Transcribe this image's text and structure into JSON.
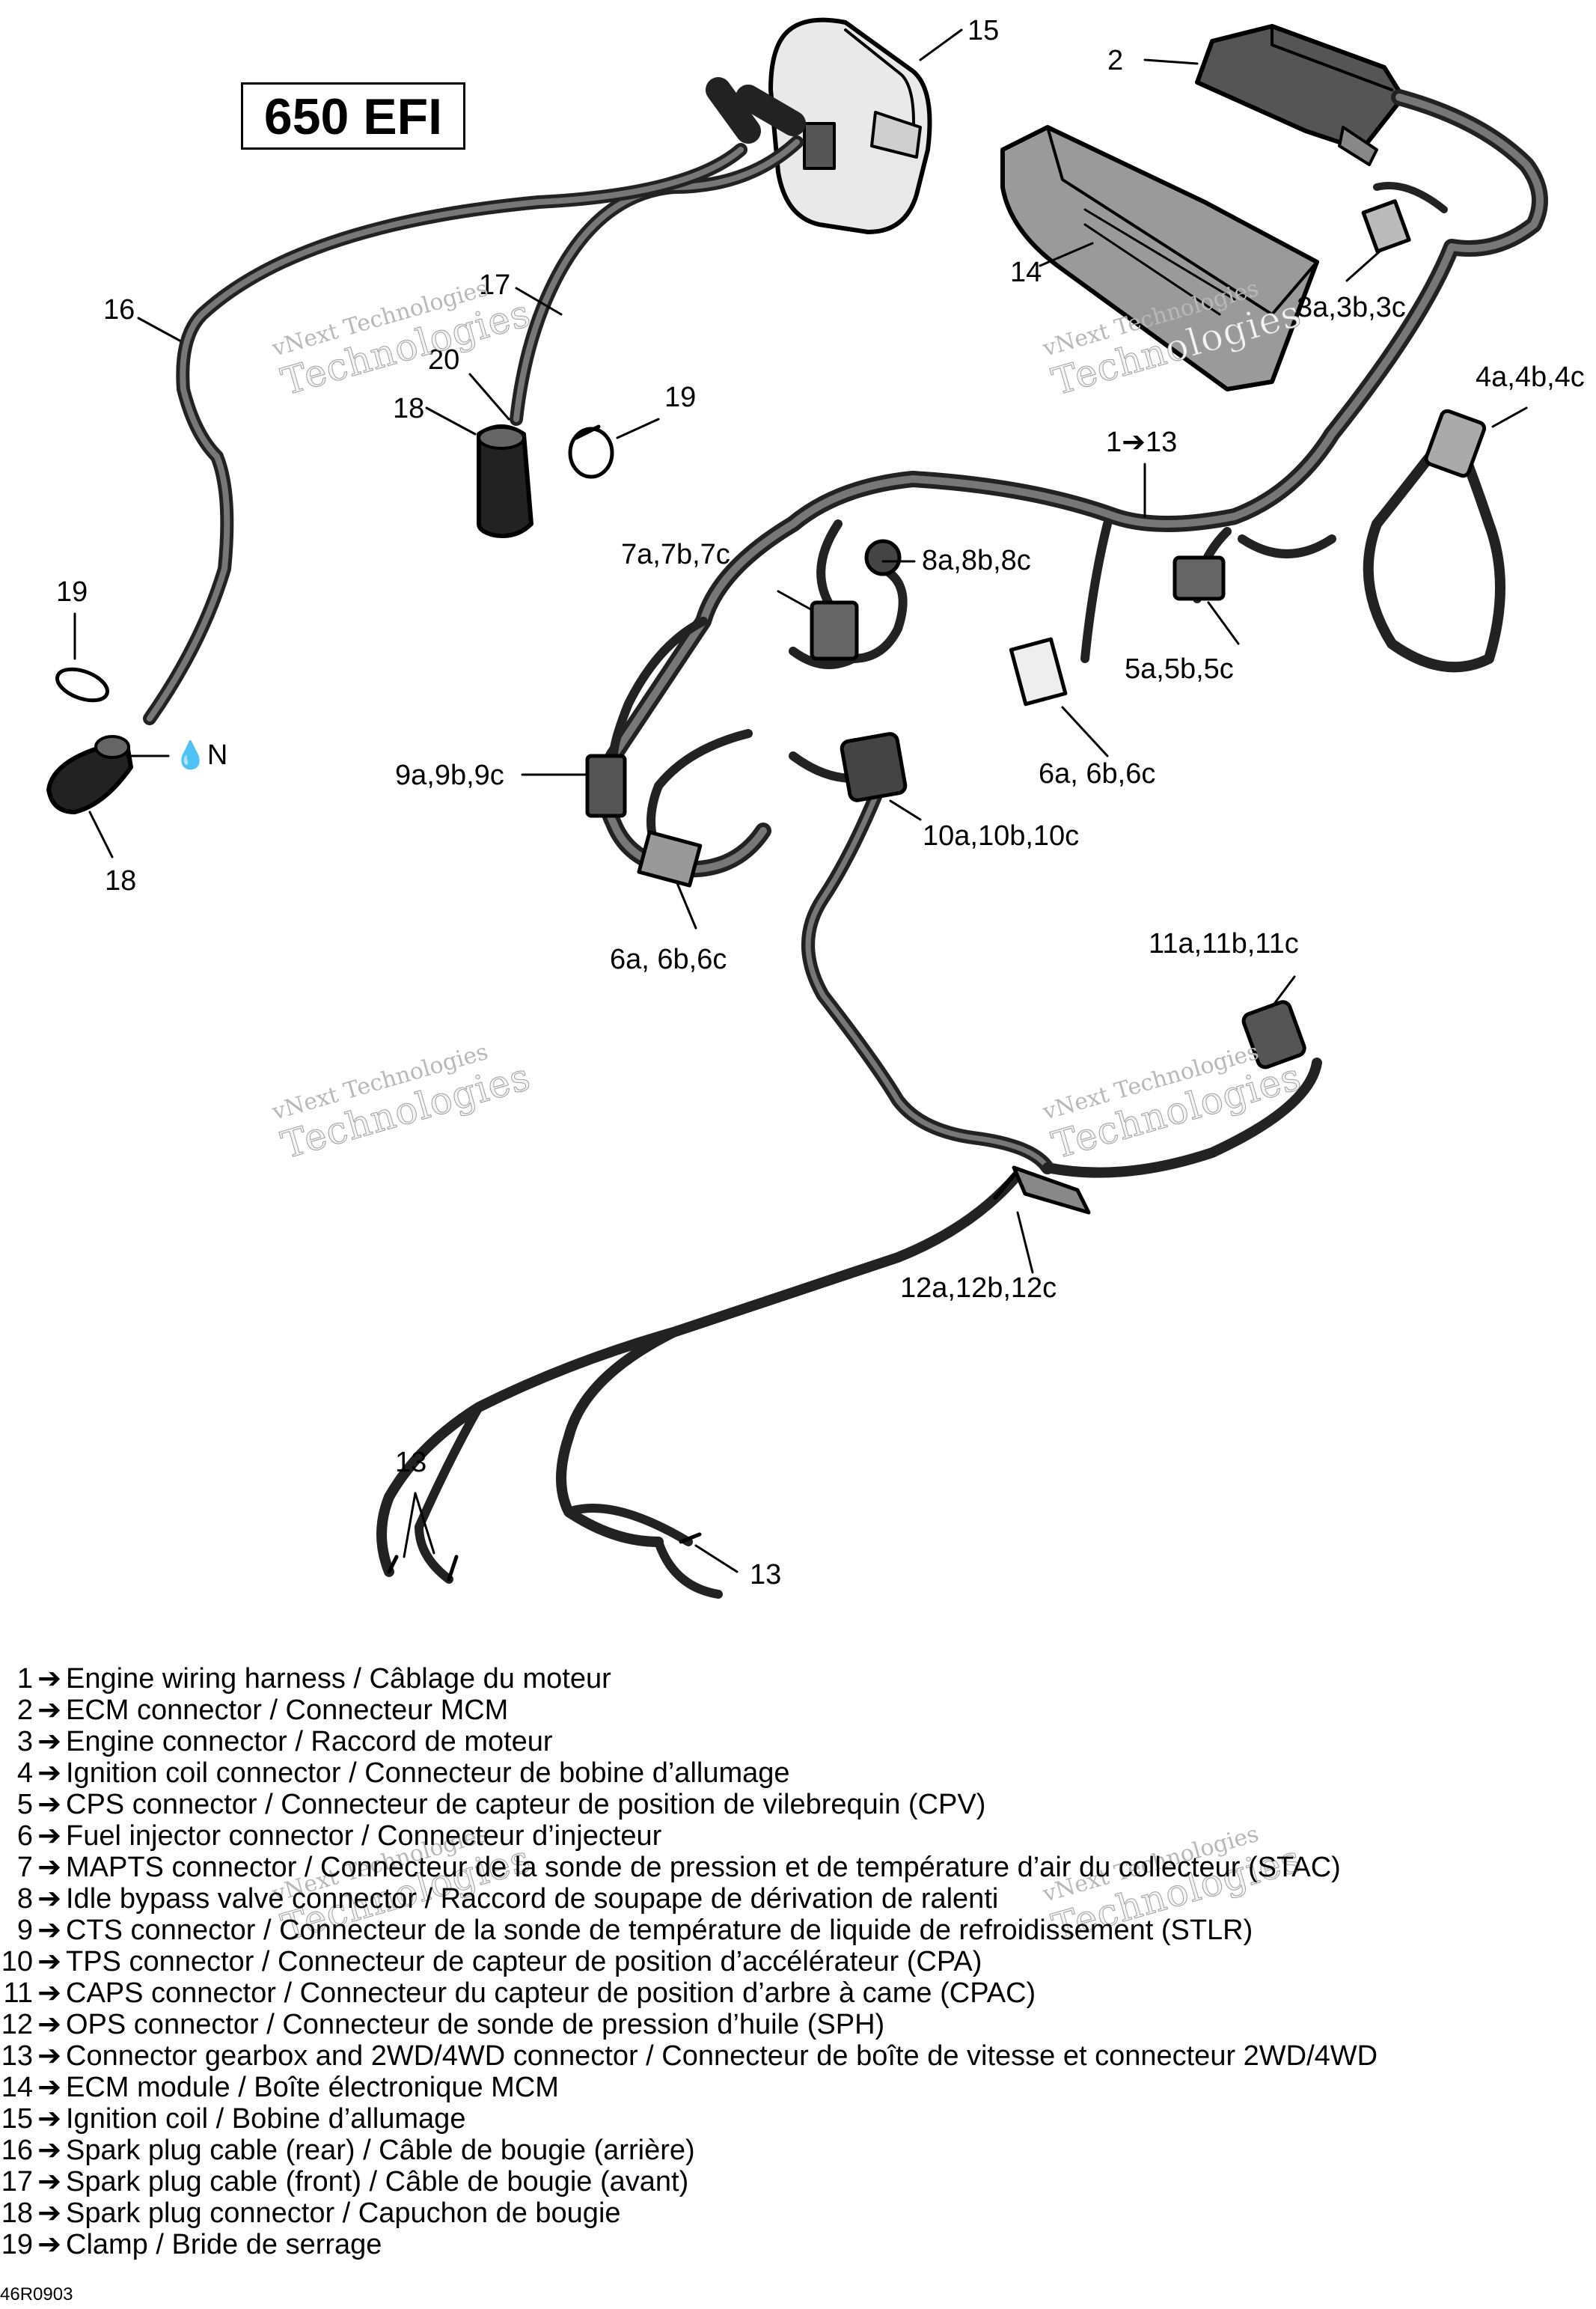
{
  "model_label": "650 EFI",
  "callouts": {
    "c15": "15",
    "c2": "2",
    "c14": "14",
    "c3": "3a,3b,3c",
    "c4": "4a,4b,4c",
    "c16": "16",
    "c17": "17",
    "c20": "20",
    "c18a": "18",
    "c19a": "19",
    "c1to13": "1➔13",
    "c7": "7a,7b,7c",
    "c8": "8a,8b,8c",
    "c19b": "19",
    "c9": "9a,9b,9c",
    "c5": "5a,5b,5c",
    "c6a": "6a, 6b,6c",
    "c10": "10a,10b,10c",
    "c6b": "6a, 6b,6c",
    "cN": "N",
    "c18b": "18",
    "c11": "11a,11b,11c",
    "c12": "12a,12b,12c",
    "c13a": "13",
    "c13b": "13"
  },
  "watermark": {
    "line1": "vNext Technologies",
    "line2": "Technologies"
  },
  "legend_arrow": "➔",
  "legend": [
    {
      "num": "1",
      "text": "Engine wiring harness / Câblage du moteur"
    },
    {
      "num": "2",
      "text": "ECM connector / Connecteur MCM"
    },
    {
      "num": "3",
      "text": "Engine connector / Raccord de moteur"
    },
    {
      "num": "4",
      "text": "Ignition coil connector / Connecteur de bobine d’allumage"
    },
    {
      "num": "5",
      "text": "CPS connector / Connecteur de capteur de position de vilebrequin (CPV)"
    },
    {
      "num": "6",
      "text": "Fuel injector connector / Connecteur d’injecteur"
    },
    {
      "num": "7",
      "text": "MAPTS connector / Connecteur de la sonde de pression et de température d’air du collecteur (STAC)"
    },
    {
      "num": "8",
      "text": "Idle bypass valve connector / Raccord de soupape de dérivation de ralenti"
    },
    {
      "num": "9",
      "text": "CTS connector / Connecteur de la sonde de température de liquide de refroidissement (STLR)"
    },
    {
      "num": "10",
      "text": "TPS connector / Connecteur de capteur de position d’accélérateur (CPA)"
    },
    {
      "num": "11",
      "text": "CAPS connector / Connecteur du capteur de position d’arbre à came (CPAC)"
    },
    {
      "num": "12",
      "text": "OPS connector / Connecteur de sonde de pression d’huile (SPH)"
    },
    {
      "num": "13",
      "text": "Connector gearbox and 2WD/4WD connector / Connecteur de boîte de vitesse et connecteur 2WD/4WD"
    },
    {
      "num": "14",
      "text": "ECM module / Boîte électronique MCM"
    },
    {
      "num": "15",
      "text": "Ignition coil / Bobine d’allumage"
    },
    {
      "num": "16",
      "text": "Spark plug cable (rear) / Câble de bougie (arrière)"
    },
    {
      "num": "17",
      "text": "Spark plug cable (front) / Câble de bougie (avant)"
    },
    {
      "num": "18",
      "text": "Spark plug connector / Capuchon de bougie"
    },
    {
      "num": "19",
      "text": "Clamp / Bride de serrage"
    }
  ],
  "ref_code": "46R0903"
}
